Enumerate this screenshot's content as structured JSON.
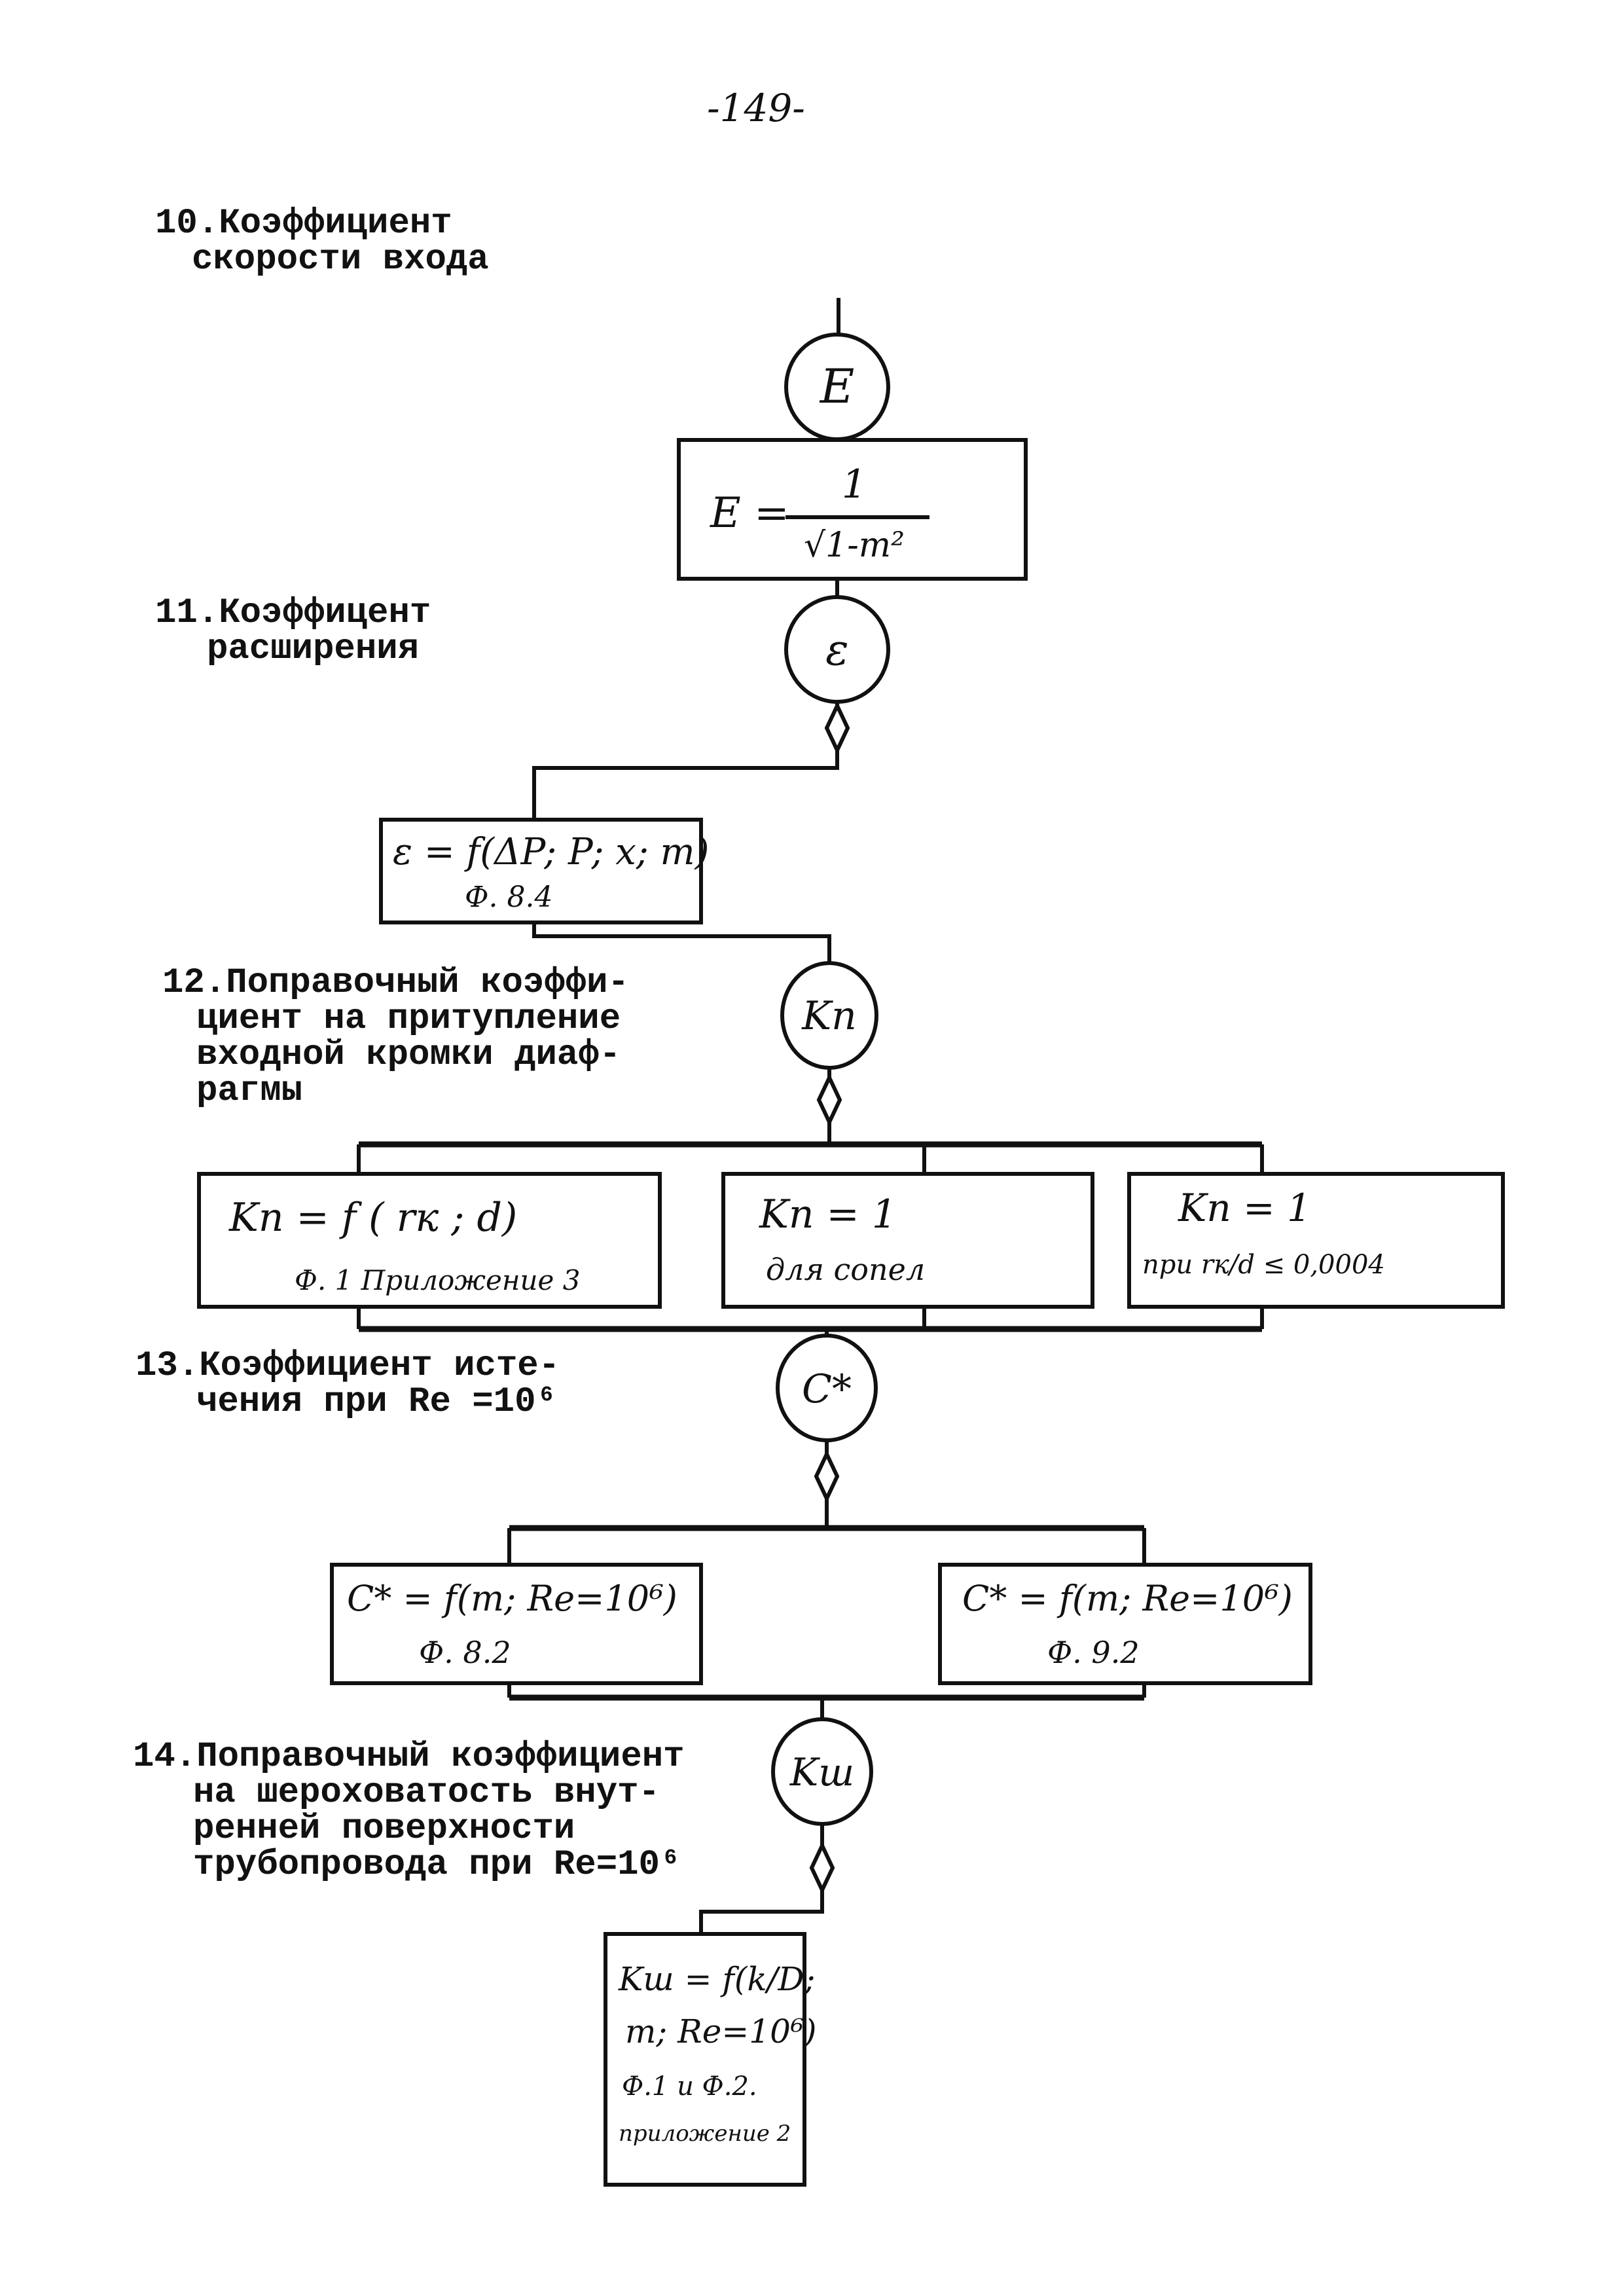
{
  "page_number": "-149-",
  "sections": [
    {
      "lines": [
        "10.Коэффициент",
        "скорости входа"
      ]
    },
    {
      "lines": [
        "11.Коэффицент",
        "расширения"
      ]
    },
    {
      "lines": [
        "12.Поправочный коэффи-",
        "циент на притупление",
        "входной кромки диаф-",
        "рагмы"
      ]
    },
    {
      "lines": [
        "13.Коэффициент исте-",
        "чения при Re =10⁶"
      ]
    },
    {
      "lines": [
        "14.Поправочный коэффициент",
        "на шероховатость внут-",
        "ренней поверхности",
        "трубопровода при Re=10⁶"
      ]
    }
  ],
  "nodes": {
    "E": "E",
    "eps": "ε",
    "Kn": "Kп",
    "C": "C*",
    "Kw": "Kш"
  },
  "boxes": {
    "E_formula": {
      "left": "E =",
      "num": "1",
      "den": "√1-m²"
    },
    "eps_formula": [
      "ε = f(ΔP; P; x; m)",
      "Ф. 8.4"
    ],
    "kn_a": [
      "Kп = f ( rк ; d)",
      "Ф. 1   Приложение 3"
    ],
    "kn_b": [
      "Kп = 1",
      "для сопел"
    ],
    "kn_c": [
      "Kп = 1",
      "при rк/d ≤ 0,0004"
    ],
    "c_left": [
      "C* = f(m; Re=10⁶)",
      "Ф. 8.2"
    ],
    "c_right": [
      "C* = f(m; Re=10⁶)",
      "Ф. 9.2"
    ],
    "kw": [
      "Kш = f(k/D;",
      "m; Re=10⁶)",
      "Ф.1 и Ф.2.",
      "приложение 2"
    ]
  }
}
